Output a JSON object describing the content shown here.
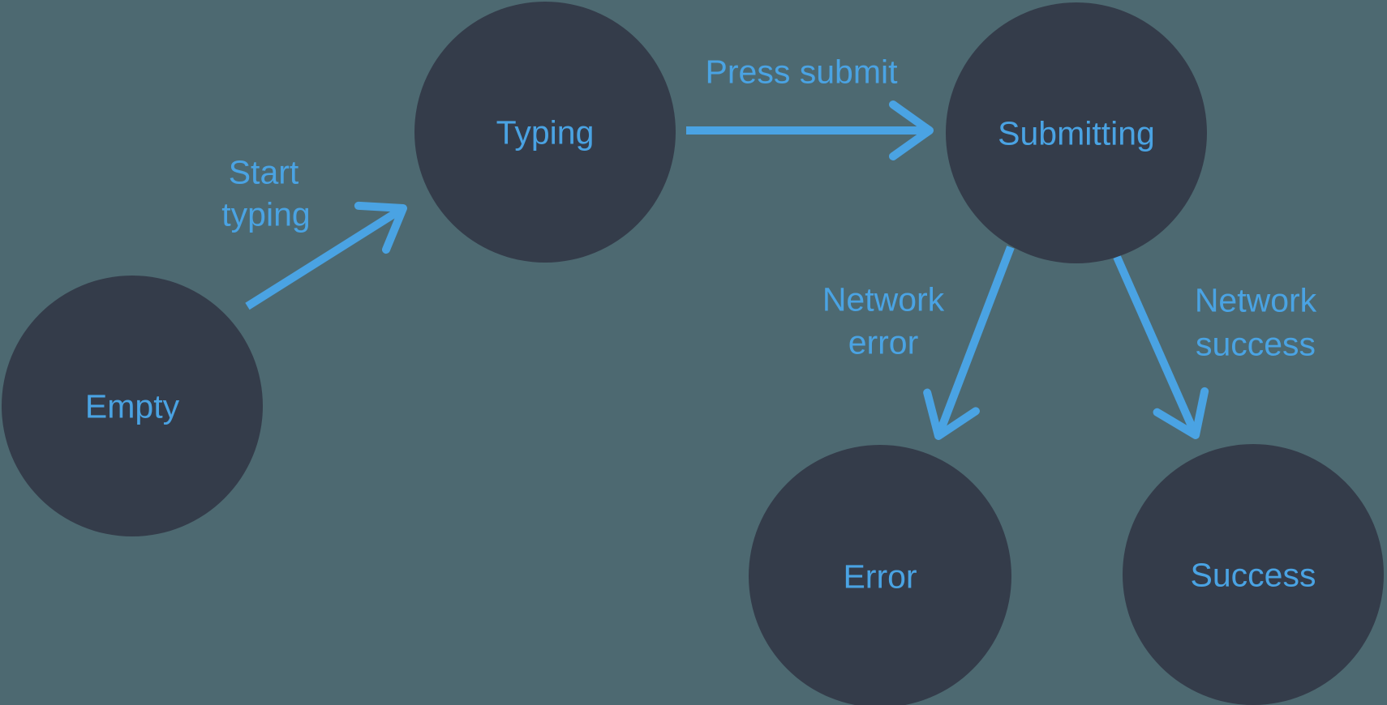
{
  "diagram": {
    "nodes": [
      {
        "id": "empty",
        "label": "Empty"
      },
      {
        "id": "typing",
        "label": "Typing"
      },
      {
        "id": "submitting",
        "label": "Submitting"
      },
      {
        "id": "error",
        "label": "Error"
      },
      {
        "id": "success",
        "label": "Success"
      }
    ],
    "edges": [
      {
        "id": "start-typing",
        "from": "empty",
        "to": "typing",
        "label": [
          "Start",
          "typing"
        ]
      },
      {
        "id": "press-submit",
        "from": "typing",
        "to": "submitting",
        "label": [
          "Press submit"
        ]
      },
      {
        "id": "network-error",
        "from": "submitting",
        "to": "error",
        "label": [
          "Network",
          "error"
        ]
      },
      {
        "id": "network-success",
        "from": "submitting",
        "to": "success",
        "label": [
          "Network",
          "success"
        ]
      }
    ]
  },
  "colors": {
    "background": "#4d6971",
    "node_fill": "#343c4a",
    "accent_blue": "#4aa3e3"
  }
}
